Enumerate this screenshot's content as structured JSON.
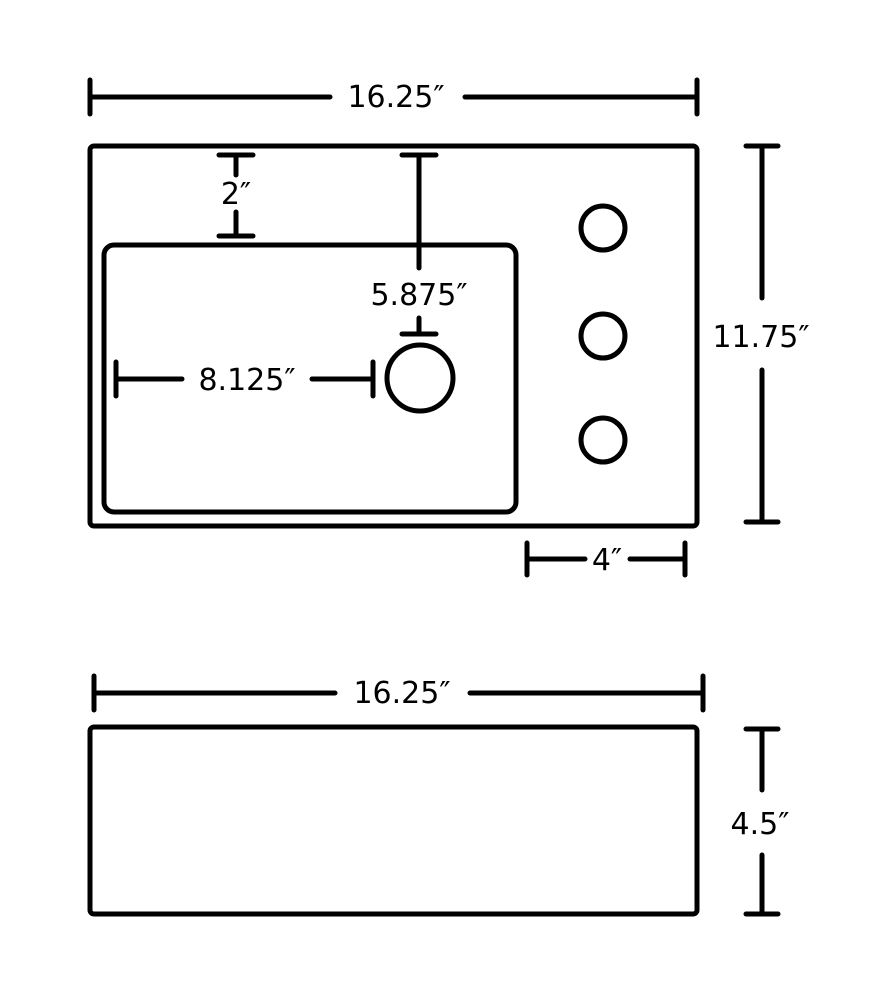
{
  "top_view": {
    "overall_width": "16.25″",
    "overall_depth": "11.75″",
    "back_to_bowl": "2″",
    "back_to_drain": "5.875″",
    "side_to_drain": "8.125″",
    "deck_width": "4″"
  },
  "front_view": {
    "overall_width": "16.25″",
    "height": "4.5″"
  },
  "colors": {
    "line": "#000000",
    "background": "#ffffff"
  }
}
